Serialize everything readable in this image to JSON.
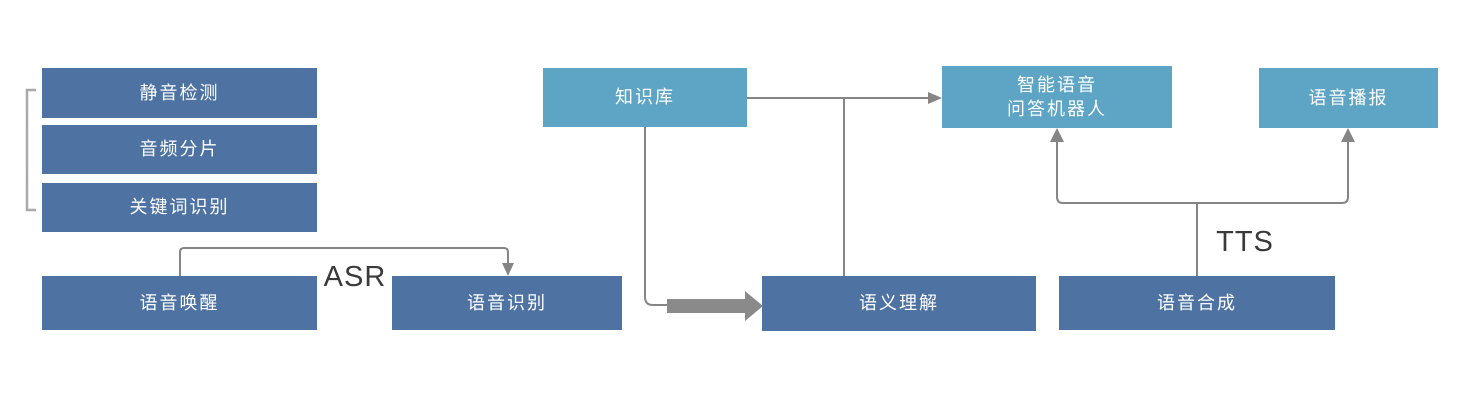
{
  "colors": {
    "background": "#ffffff",
    "box_dark": "#4e73a3",
    "box_light": "#5da4c5",
    "box_text": "#ffffff",
    "connector": "#858585",
    "thick_arrow": "#8a8a8a",
    "bracket": "#a9a9a9",
    "annotation_text": "#3a3a3a"
  },
  "nodes": {
    "silence_detection": "静音检测",
    "audio_segmentation": "音频分片",
    "keyword_recognition": "关键词识别",
    "voice_wakeup": "语音唤醒",
    "speech_recognition": "语音识别",
    "knowledge_base": "知识库",
    "semantic_understanding": "语义理解",
    "speech_synthesis": "语音合成",
    "qa_robot": "智能语音\n问答机器人",
    "voice_broadcast": "语音播报"
  },
  "annotations": {
    "asr": "ASR",
    "tts": "TTS"
  }
}
